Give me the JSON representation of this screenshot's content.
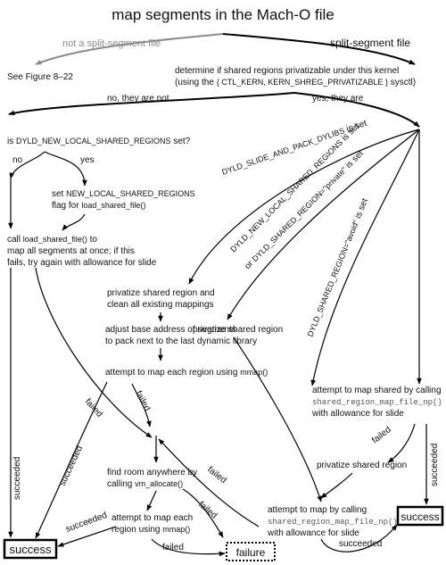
{
  "title": "map segments in the Mach-O file",
  "left_branch": {
    "label": "not a split-segment file",
    "target": "See Figure 8–22"
  },
  "right_branch": {
    "label": "split-segment file",
    "determine_line1": "determine if shared regions privatizable under this kernel",
    "determine_line2_a": "(using the ",
    "determine_line2_code": "{ CTL_KERN, KERN_SHREG_PRIVATIZABLE }",
    "determine_line2_b": " sysctl)"
  },
  "privatizable": {
    "no": "no, they are not",
    "yes": "yes, they are"
  },
  "env_check": {
    "prefix": "is ",
    "var": "DYLD_NEW_LOCAL_SHARED_REGIONS",
    "suffix": " set?",
    "no": "no",
    "yes": "yes"
  },
  "set_flag": {
    "a": "set ",
    "var": "NEW_LOCAL_SHARED_REGIONS",
    "b": "flag for ",
    "func": "load_shared_file()"
  },
  "call_load": {
    "a": "call ",
    "func": "load_shared_file()",
    "b": " to",
    "line2": "map all segments at once; if this",
    "line3": "fails, try again with allowance for slide"
  },
  "diag_labels": {
    "slide_pack_var": "DYLD_SLIDE_AND_PACK_DYLIBS",
    "slide_pack_suffix": " is set",
    "new_local_var": "DYLD_NEW_LOCAL_SHARED_REGIONS",
    "new_local_suffix": " is set",
    "or": "or ",
    "private_var": "DYLD_SHARED_REGION=\"private\"",
    "private_suffix": " is set",
    "avoid_var": "DYLD_SHARED_REGION=\"avoid\"",
    "avoid_suffix": " is set"
  },
  "privatize_clean": {
    "line1": "privatize shared region and",
    "line2": "clean all existing mappings"
  },
  "privatize_mid": "privatize shared region",
  "adjust_base": {
    "line1": "adjust base address of segments",
    "line2": "to pack next to the last dynamic library"
  },
  "attempt_mmap": {
    "a": "attempt to map each region using ",
    "func": "mmap()"
  },
  "attempt_shared": {
    "line1": "attempt to map shared by calling",
    "func": "shared_region_map_file_np()",
    "line3": "with allowance for slide"
  },
  "privatize_right": "privatize shared region",
  "find_room": {
    "line1": "find room anywhere by",
    "a": "calling ",
    "func": "vm_allocate()"
  },
  "attempt_each": {
    "line1": "attempt to map each",
    "a": "region using ",
    "func": "mmap()"
  },
  "attempt_call": {
    "line1": "attempt to map by calling",
    "func": "shared_region_map_file_np()",
    "line3": "with allowance for slide"
  },
  "edge_labels": {
    "failed": "failed",
    "succeeded": "succeeded"
  },
  "success": "success",
  "failure": "failure"
}
